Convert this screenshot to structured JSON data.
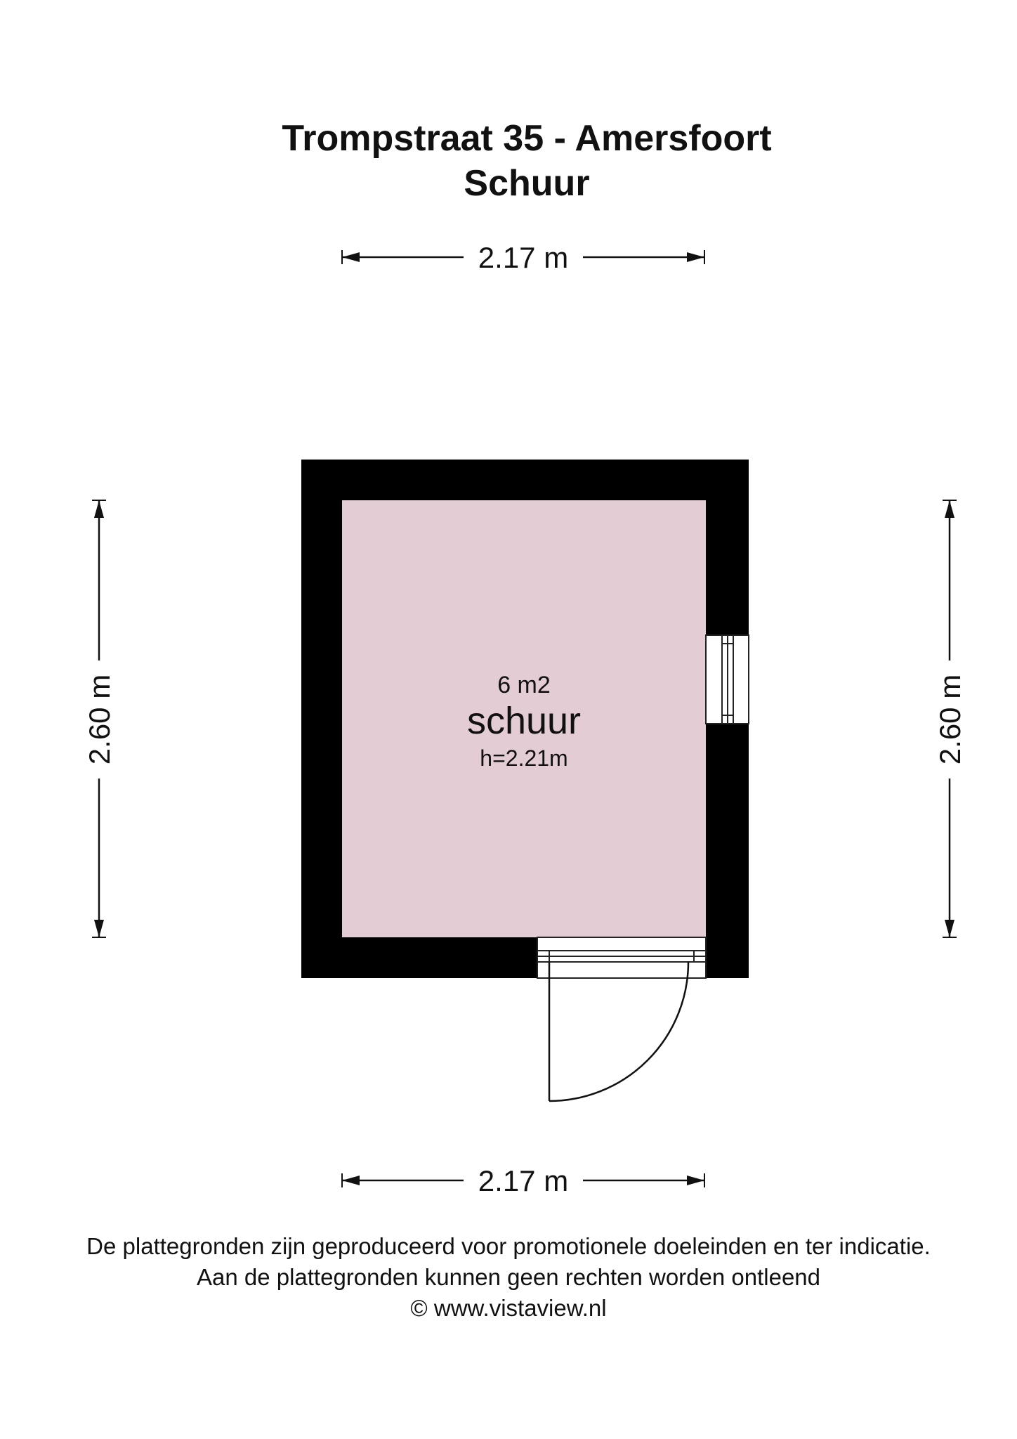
{
  "header": {
    "address": "Trompstraat 35 - Amersfoort",
    "floor": "Schuur"
  },
  "dimensions": {
    "width_top": "2.17 m",
    "width_bottom": "2.17 m",
    "depth_left": "2.60 m",
    "depth_right": "2.60 m"
  },
  "room": {
    "area": "6 m2",
    "name": "schuur",
    "height": "h=2.21m"
  },
  "colors": {
    "room_fill": "#e3ccd4",
    "wall": "#000000"
  },
  "footer": {
    "line1": "De plattegronden zijn geproduceerd voor promotionele doeleinden en ter indicatie.",
    "line2": "Aan de plattegronden kunnen geen rechten worden ontleend",
    "line3": "© www.vistaview.nl"
  }
}
